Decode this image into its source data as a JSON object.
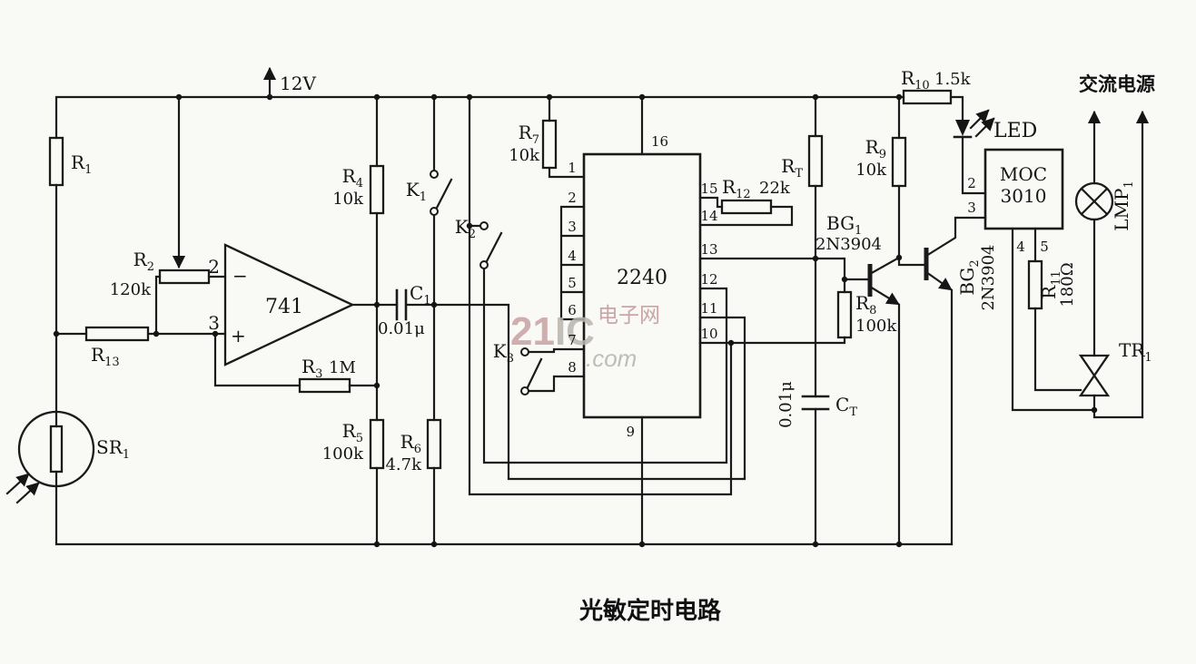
{
  "title": "光敏定时电路",
  "watermark": {
    "num": "21",
    "ic": "IC",
    "com": ".com",
    "site": "电子网"
  },
  "power": {
    "vcc": "12V",
    "ac": "交流电源"
  },
  "opamp": {
    "part": "741",
    "pin_inv": "2",
    "pin_ninv": "3",
    "minus": "−",
    "plus": "+"
  },
  "ic2240": {
    "part": "2240",
    "pin_top": "16",
    "pin_bottom": "9",
    "pins_left": [
      "1",
      "2",
      "3",
      "4",
      "5",
      "6",
      "7",
      "8"
    ],
    "pins_right": [
      "15",
      "14",
      "13",
      "12",
      "11",
      "10"
    ]
  },
  "moc": {
    "name": "MOC",
    "model": "3010",
    "pin2": "2",
    "pin3": "3",
    "pin4": "4",
    "pin5": "5"
  },
  "labels": {
    "r1": {
      "sym": "R",
      "sub": "1"
    },
    "r2": {
      "sym": "R",
      "sub": "2",
      "val": "120k"
    },
    "r3": {
      "sym": "R",
      "sub": "3",
      "val": "1M"
    },
    "r4": {
      "sym": "R",
      "sub": "4",
      "val": "10k"
    },
    "r5": {
      "sym": "R",
      "sub": "5",
      "val": "100k"
    },
    "r6": {
      "sym": "R",
      "sub": "6",
      "val": "4.7k"
    },
    "r7": {
      "sym": "R",
      "sub": "7",
      "val": "10k"
    },
    "r8": {
      "sym": "R",
      "sub": "8",
      "val": "100k"
    },
    "r9": {
      "sym": "R",
      "sub": "9",
      "val": "10k"
    },
    "r10": {
      "sym": "R",
      "sub": "10",
      "val": "1.5k"
    },
    "r11": {
      "sym": "R",
      "sub": "11",
      "val": "180Ω"
    },
    "r12": {
      "sym": "R",
      "sub": "12",
      "val": "22k"
    },
    "r13": {
      "sym": "R",
      "sub": "13"
    },
    "rt": {
      "sym": "R",
      "sub": "T"
    },
    "c1": {
      "sym": "C",
      "sub": "1",
      "val": "0.01μ"
    },
    "ct": {
      "sym": "C",
      "sub": "T",
      "val": "0.01μ"
    },
    "k1": {
      "sym": "K",
      "sub": "1"
    },
    "k2": {
      "sym": "K",
      "sub": "2"
    },
    "k3": {
      "sym": "K",
      "sub": "3"
    },
    "sr1": {
      "sym": "SR",
      "sub": "1"
    },
    "bg1": {
      "sym": "BG",
      "sub": "1",
      "val": "2N3904"
    },
    "bg2": {
      "sym": "BG",
      "sub": "2",
      "val": "2N3904"
    },
    "tr1": {
      "sym": "TR",
      "sub": "1"
    },
    "lmp1": {
      "sym": "LMP",
      "sub": "1"
    },
    "led": "LED"
  }
}
